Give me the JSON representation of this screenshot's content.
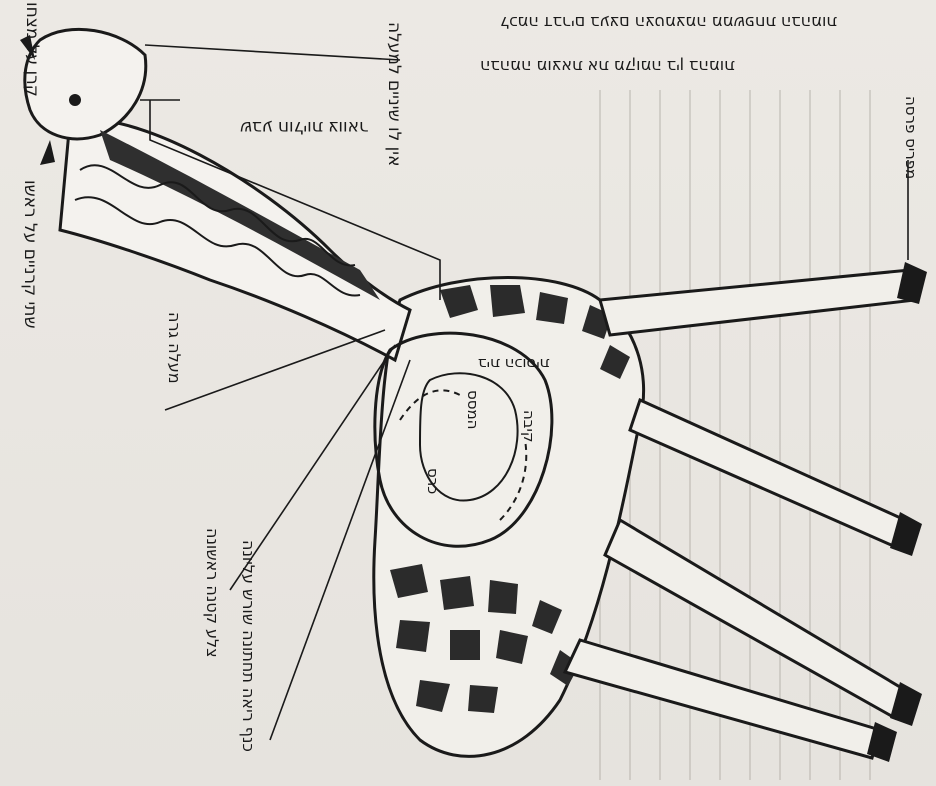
{
  "labels": {
    "horn_on_forehead": "קרן על מצחו",
    "two_horns": "שתי קרניים על ראשו",
    "no_upper_teeth": "אין לו שיניים למעלה",
    "seven_vertebrae": "שבע חוליות צוואר",
    "first_small_rib": "צלע קטנה ראשונה",
    "throat_ascent": "מעלה גרה",
    "lung_wing": "כנף ריאה תחתונה שורש עליונה",
    "split_hooves": "מפריס פרסה",
    "stomach_1": "כרס",
    "stomach_2": "בית הכוסית",
    "stomach_3": "המסס",
    "stomach_4": "קיבה",
    "top_line_1": "לכמה דברים בעצם הצטמצמה ממשפחת הבהמות",
    "top_line_2": "הבהמה מוצאת את מקומה בין בהמות"
  },
  "colors": {
    "ink": "#1a1a1a",
    "patch": "#2b2b2b",
    "paper": "#ece9e4"
  }
}
